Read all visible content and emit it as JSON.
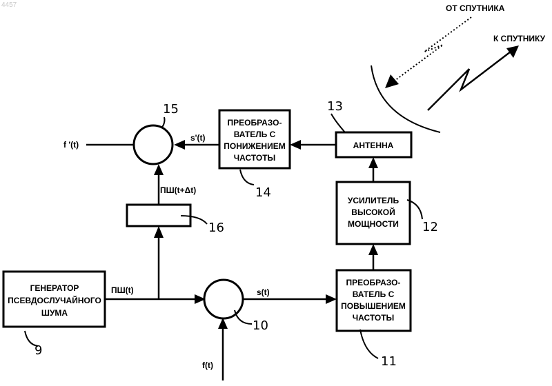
{
  "watermark": "4457",
  "satellite": {
    "from_label": "ОТ СПУТНИКА",
    "to_label": "К СПУТНИКУ"
  },
  "blocks": {
    "generator": {
      "lines": [
        "ГЕНЕРАТОР",
        "ПСЕВДОСЛУЧАЙНОГО",
        "ШУМА"
      ],
      "number": "9"
    },
    "upconverter": {
      "lines": [
        "ПРЕОБРАЗО-",
        "ВАТЕЛЬ С",
        "ПОВЫШЕНИЕМ",
        "ЧАСТОТЫ"
      ],
      "number": "11"
    },
    "amplifier": {
      "lines": [
        "УСИЛИТЕЛЬ",
        "ВЫСОКОЙ",
        "МОЩНОСТИ"
      ],
      "number": "12"
    },
    "antenna": {
      "lines": [
        "АНТЕННА"
      ],
      "number": "13"
    },
    "downconverter": {
      "lines": [
        "ПРЕОБРАЗО-",
        "ВАТЕЛЬ С",
        "ПОНИЖЕНИЕМ",
        "ЧАСТОТЫ"
      ],
      "number": "14"
    },
    "delay": {
      "number": "16"
    }
  },
  "mixers": {
    "tx_mixer": {
      "number": "10"
    },
    "rx_mixer": {
      "number": "15"
    }
  },
  "signals": {
    "pn": "ПШ(t)",
    "pn_delayed": "ПШ(t+Δt)",
    "s": "s(t)",
    "s_prime": "s'(t)",
    "f": "f(t)",
    "f_prime": "f '(t)"
  }
}
